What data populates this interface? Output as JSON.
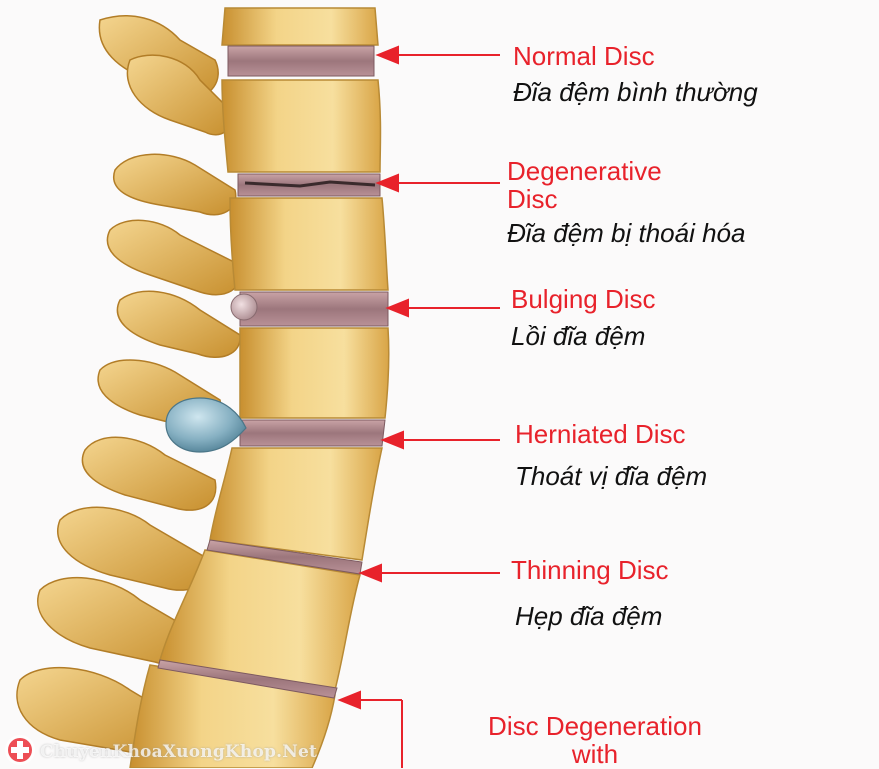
{
  "labels": [
    {
      "english": "Normal Disc",
      "vietnamese": "Đĩa đệm bình thường"
    },
    {
      "english": "Degenerative Disc",
      "vietnamese": "Đĩa đệm bị thoái hóa"
    },
    {
      "english": "Bulging Disc",
      "vietnamese": "Lồi đĩa đệm"
    },
    {
      "english": "Herniated Disc",
      "vietnamese": "Thoát vị đĩa đệm"
    },
    {
      "english": "Thinning Disc",
      "vietnamese": "Hẹp đĩa đệm"
    },
    {
      "english": "Disc Degeneration with",
      "vietnamese": ""
    }
  ],
  "watermark": "ChuyenKhoaXuongKhop.Net",
  "colors": {
    "label_red": "#e8222b",
    "bone": "#e8c06a",
    "disc": "#a07a80",
    "herniation": "#8fb4c4"
  }
}
